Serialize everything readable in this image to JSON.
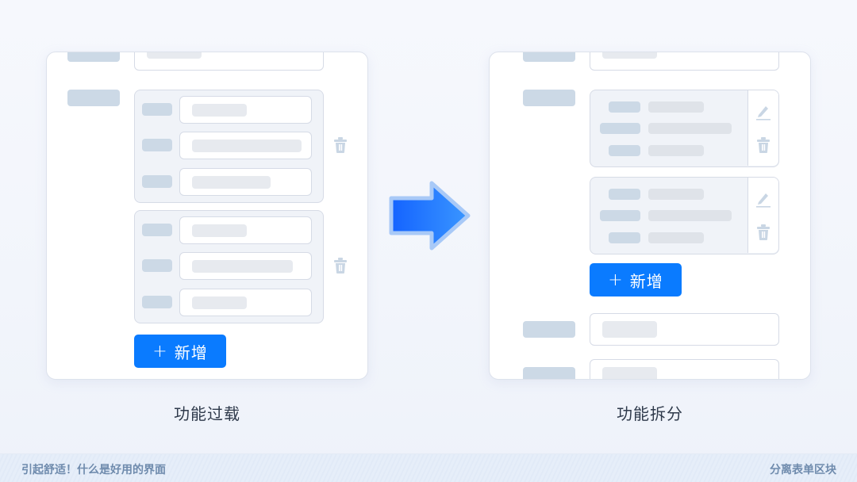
{
  "left_panel": {
    "caption": "功能过载",
    "add_button": {
      "icon": "plus-icon",
      "plus": "+",
      "label": "新增"
    },
    "groups": [
      {
        "fields": 3,
        "action_icons": [
          "trash-icon"
        ]
      },
      {
        "fields": 3,
        "action_icons": [
          "trash-icon"
        ]
      }
    ]
  },
  "right_panel": {
    "caption": "功能拆分",
    "add_button": {
      "icon": "plus-icon",
      "plus": "+",
      "label": "新增"
    },
    "groups": [
      {
        "fields": 3,
        "action_icons": [
          "edit-pencil-icon",
          "trash-icon"
        ]
      },
      {
        "fields": 3,
        "action_icons": [
          "edit-pencil-icon",
          "trash-icon"
        ]
      }
    ]
  },
  "arrow": {
    "icon": "arrow-right-icon",
    "color": "#1a6dff"
  },
  "colors": {
    "accent": "#0a7bff",
    "label_placeholder": "#ccd9e6",
    "value_placeholder": "#e7eaef",
    "border": "#d6dbe6",
    "group_bg": "#f0f3f8"
  },
  "footer": {
    "left_text": "引起舒适！什么是好用的界面",
    "right_text": "分离表单区块"
  }
}
